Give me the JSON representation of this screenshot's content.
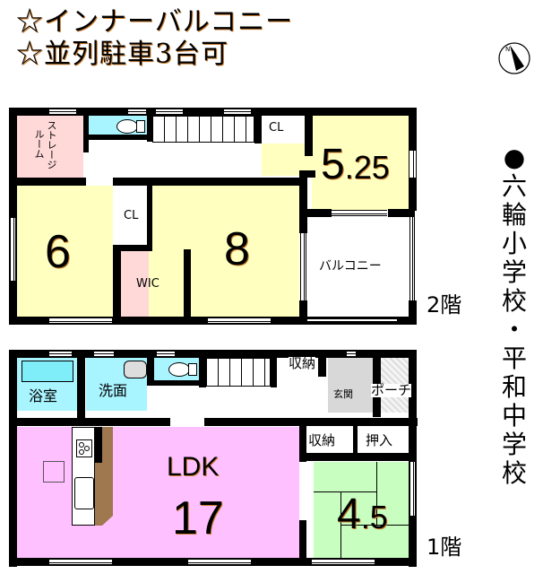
{
  "headline": {
    "line1": "☆インナーバルコニー",
    "line2": "☆並列駐車3台可"
  },
  "compass": {
    "icon": "north-arrow-icon",
    "label": "N"
  },
  "school_note": {
    "bullet": "●",
    "chars": [
      "六",
      "輪",
      "小",
      "学",
      "校",
      "・",
      "平",
      "和",
      "中",
      "学",
      "校"
    ],
    "text": "六輪小学校・平和中学校"
  },
  "floor2": {
    "label": "2階",
    "rooms": {
      "storage": "ストレージルーム",
      "storage_line1": "ストレージ",
      "storage_line2": "ルーム",
      "bedroom_a": "6",
      "closet_a": "CL",
      "wic": "WIC",
      "bedroom_b": "8",
      "closet_b": "CL",
      "bedroom_c": "5.25",
      "bedroom_c_int": "5",
      "bedroom_c_frac": ".25",
      "balcony": "バルコニー"
    }
  },
  "floor1": {
    "label": "1階",
    "rooms": {
      "bath": "浴室",
      "washroom": "洗面",
      "storage_top": "収納",
      "entrance": "玄関",
      "porch": "ポーチ",
      "storage_side": "収納",
      "oshiire": "押入",
      "ldk_label": "LDK",
      "ldk_size": "17",
      "washitsu": "4.5",
      "washitsu_int": "4",
      "washitsu_frac": ".5"
    }
  },
  "colors": {
    "bedroom": "#ffffc0",
    "storage": "#ffd8d8",
    "wet_area": "#a8f4ff",
    "ldk": "#ffc0ff",
    "tatami": "#c8ffc0",
    "entrance": "#d8d8d8",
    "kitchen_counter": "#a07850"
  }
}
